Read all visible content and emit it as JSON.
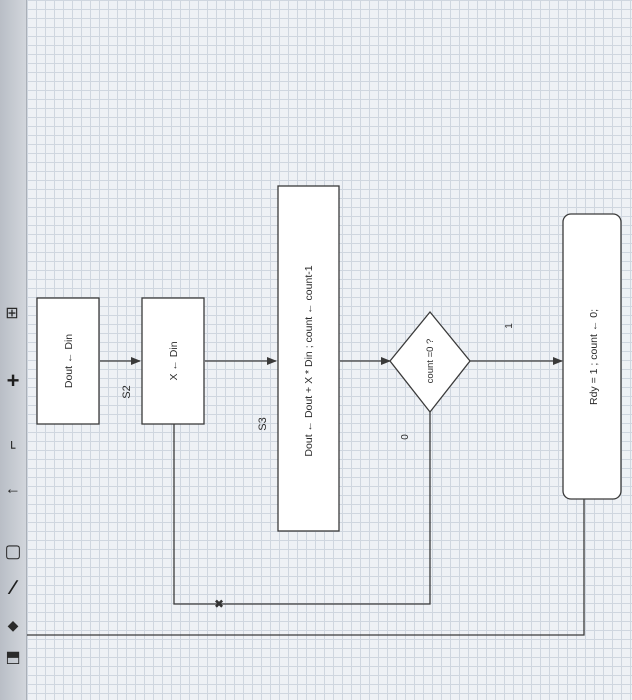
{
  "toolbar": {
    "tools": [
      {
        "name": "table-icon",
        "glyph": "⊞"
      },
      {
        "name": "add-icon",
        "glyph": "+"
      },
      {
        "name": "connector-icon",
        "glyph": "⌐"
      },
      {
        "name": "arrow-icon",
        "glyph": "↑"
      },
      {
        "name": "shape-icon",
        "glyph": "▢"
      },
      {
        "name": "line-icon",
        "glyph": "∕"
      },
      {
        "name": "pen-icon",
        "glyph": "◆"
      },
      {
        "name": "format-icon",
        "glyph": "⬒"
      }
    ]
  },
  "diagram": {
    "states": {
      "s1": "Dout ← Din",
      "s2": "X ← Din",
      "s3": "Dout ← Dout + X * Din ; count ← count-1",
      "decision": "count =0 ?",
      "s4": "Rdy = 1 ; count ← 0;"
    },
    "state_labels": {
      "s2": "S2",
      "s3": "S3"
    },
    "branch_labels": {
      "zero": "0",
      "one": "1"
    }
  },
  "colors": {
    "box_fill": "#ffffff",
    "stroke": "#3a3a3a",
    "toolbar_bg": "#c2c7cf",
    "canvas_bg": "#eef1f5"
  }
}
